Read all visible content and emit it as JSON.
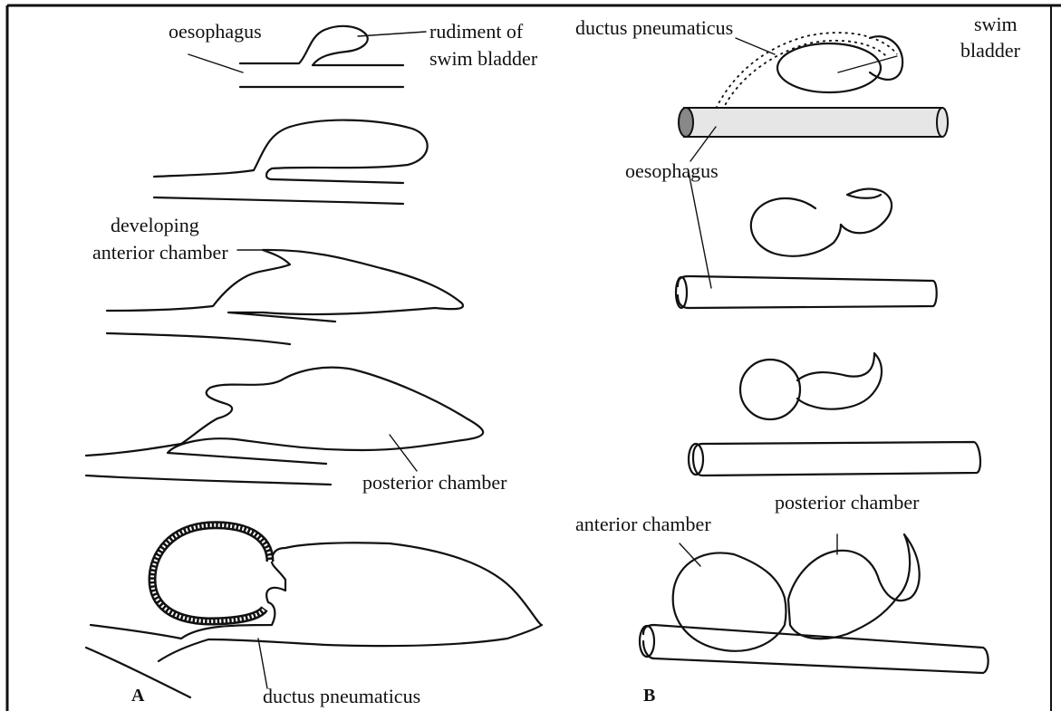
{
  "panel_a": {
    "letter": "A",
    "labels": {
      "oesophagus": "oesophagus",
      "rudiment_line1": "rudiment of",
      "rudiment_line2": "swim bladder",
      "developing_line1": "developing",
      "developing_line2": "anterior chamber",
      "posterior_chamber": "posterior chamber",
      "ductus_pneumaticus": "ductus pneumaticus"
    }
  },
  "panel_b": {
    "letter": "B",
    "labels": {
      "ductus_pneumaticus": "ductus pneumaticus",
      "swim_line1": "swim",
      "swim_line2": "bladder",
      "oesophagus": "oesophagus",
      "anterior_chamber": "anterior chamber",
      "posterior_chamber": "posterior chamber"
    }
  }
}
